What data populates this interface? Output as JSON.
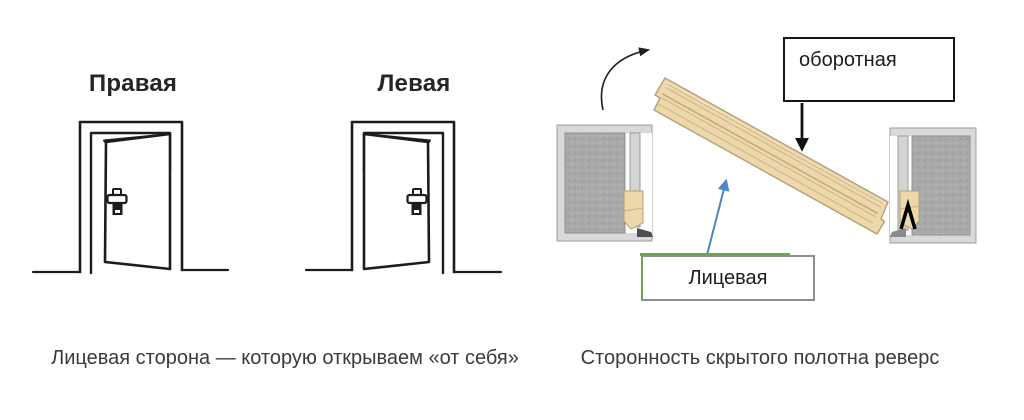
{
  "left_section": {
    "door_types": [
      {
        "label": "Правая"
      },
      {
        "label": "Левая"
      }
    ],
    "caption": "Лицевая сторона — которую открываем «от себя»"
  },
  "right_section": {
    "back_label": "оборотная",
    "face_label": "Лицевая",
    "caption": "Сторонность скрытого полотна реверс"
  },
  "icons": {
    "door-handle-icon": "door lever handle glyph",
    "swing-direction-arrow-icon": "curved arrow showing door swing",
    "back-side-arrow-icon": "black arrow pointing to back face of panel",
    "face-side-arrow-icon": "blue arrow pointing to face of panel",
    "hinge-mark-icon": "black chevron hinge mark"
  },
  "colors": {
    "line": "#1c1c1c",
    "wood": "#ecd8ab",
    "wood_grain": "#d2b98d",
    "wood_outline": "#b5a077",
    "concrete": "#a9a9a9",
    "band": "#d9d9d9",
    "accent_green": "#6aa84f",
    "accent_blue": "#4a86c8"
  }
}
